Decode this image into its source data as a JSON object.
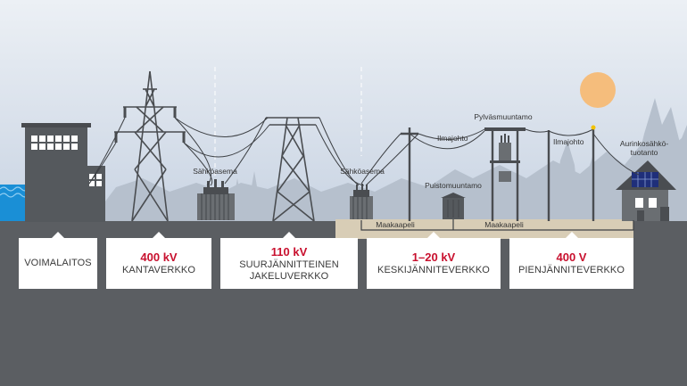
{
  "labels": {
    "sahkoasema_1": "Sähköasema",
    "sahkoasema_2": "Sähköasema",
    "pylvasmuuntamo": "Pylväsmuuntamo",
    "ilmajohto_1": "Ilmajohto",
    "ilmajohto_2": "Ilmajohto",
    "puistomuuntamo": "Puistomuuntamo",
    "maakaapeli_1": "Maakaapeli",
    "maakaapeli_2": "Maakaapeli",
    "aurinko_line1": "Aurinkosähkö-",
    "aurinko_line2": "tuotanto"
  },
  "cards": {
    "voimalaitos": {
      "name": "VOIMALAITOS"
    },
    "kantaverkko": {
      "voltage": "400 kV",
      "name": "KANTAVERKKO"
    },
    "suurjannite": {
      "voltage": "110 kV",
      "name_line1": "SUURJÄNNITTEINEN",
      "name_line2": "JAKELUVERKKO"
    },
    "keskijannite": {
      "voltage": "1–20 kV",
      "name": "KESKIJÄNNITEVERKKO"
    },
    "pienjannite": {
      "voltage": "400 V",
      "name": "PIENJÄNNITEVERKKO"
    }
  },
  "colors": {
    "sky_top": "#e9edf3",
    "sky_bottom": "#ccd6e4",
    "ground": "#5b5e62",
    "sun": "#f5bd7c",
    "water": "#1a8fd6",
    "sand": "#d8cdb6",
    "accent": "#c8102e"
  }
}
